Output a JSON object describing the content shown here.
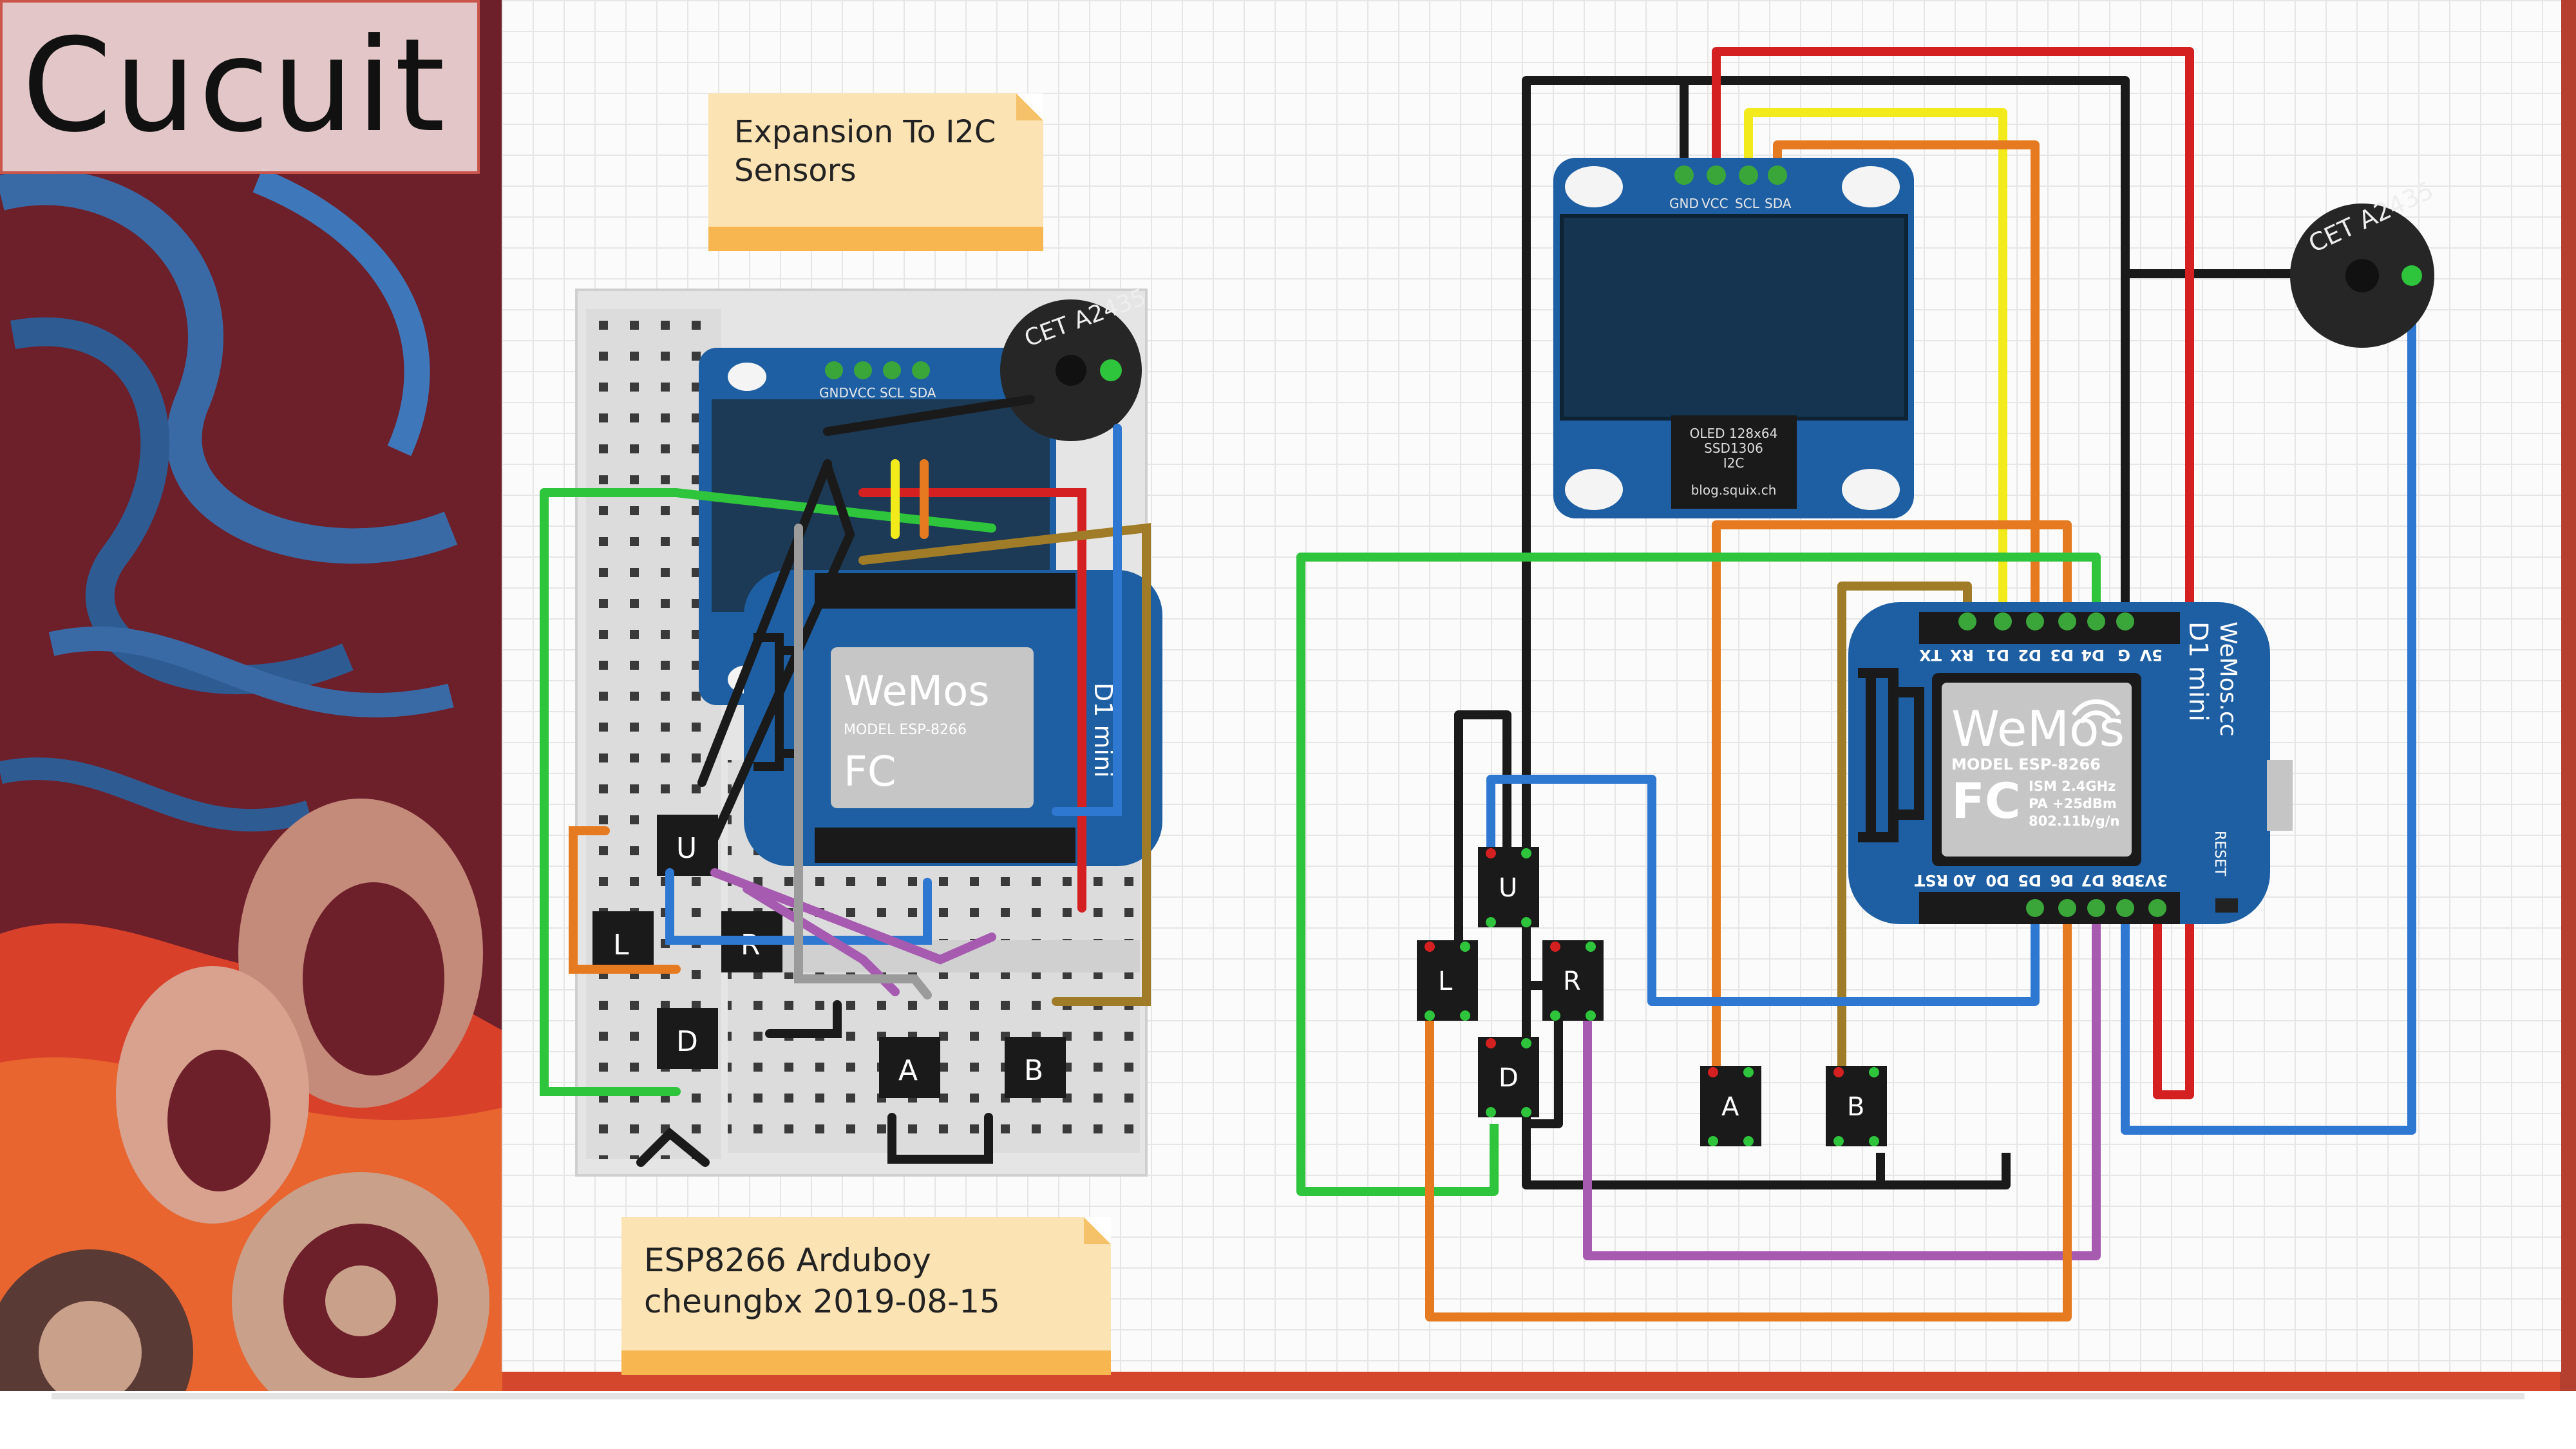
{
  "slide": {
    "title": "Cucuit"
  },
  "notes": {
    "expansion": "Expansion To I2C\nSensors",
    "caption": "ESP8266 Arduboy\ncheungbx 2019-08-15"
  },
  "oled": {
    "pins": [
      "GND",
      "VCC",
      "SCL",
      "SDA"
    ],
    "label_lines": [
      "OLED 128x64",
      "SSD1306",
      "I2C"
    ],
    "credit": "blog.squix.ch"
  },
  "wemos": {
    "logo": "WeMos",
    "model": "MODEL  ESP-8266",
    "specs": [
      "ISM 2.4GHz",
      "PA +25dBm",
      "802.11b/g/n"
    ],
    "fcc": "FC",
    "board_name": "D1 mini",
    "site": "WeMos.cc",
    "reset": "RESET",
    "top_pins": [
      "TX",
      "RX",
      "D1",
      "D2",
      "D3",
      "D4",
      "G",
      "5V"
    ],
    "bottom_pins": [
      "RST",
      "A0",
      "D0",
      "D5",
      "D6",
      "D7",
      "D8",
      "3V3"
    ]
  },
  "buzzer": {
    "label": "CET A2435"
  },
  "buttons": {
    "dpad": [
      "U",
      "L",
      "R",
      "D"
    ],
    "action": [
      "A",
      "B"
    ]
  },
  "colors": {
    "board_blue": "#1e5fa3",
    "wire_black": "#1a1a1a",
    "wire_red": "#d42020",
    "wire_yellow": "#f3ea1c",
    "wire_orange": "#e67a20",
    "wire_green": "#2ec43c",
    "wire_blue": "#2f78d2",
    "wire_purple": "#a65ab0",
    "wire_olive": "#a17c28",
    "wire_gray": "#9b9b9b",
    "note_fill": "#fbe3b4",
    "note_band": "#f7b64f"
  }
}
